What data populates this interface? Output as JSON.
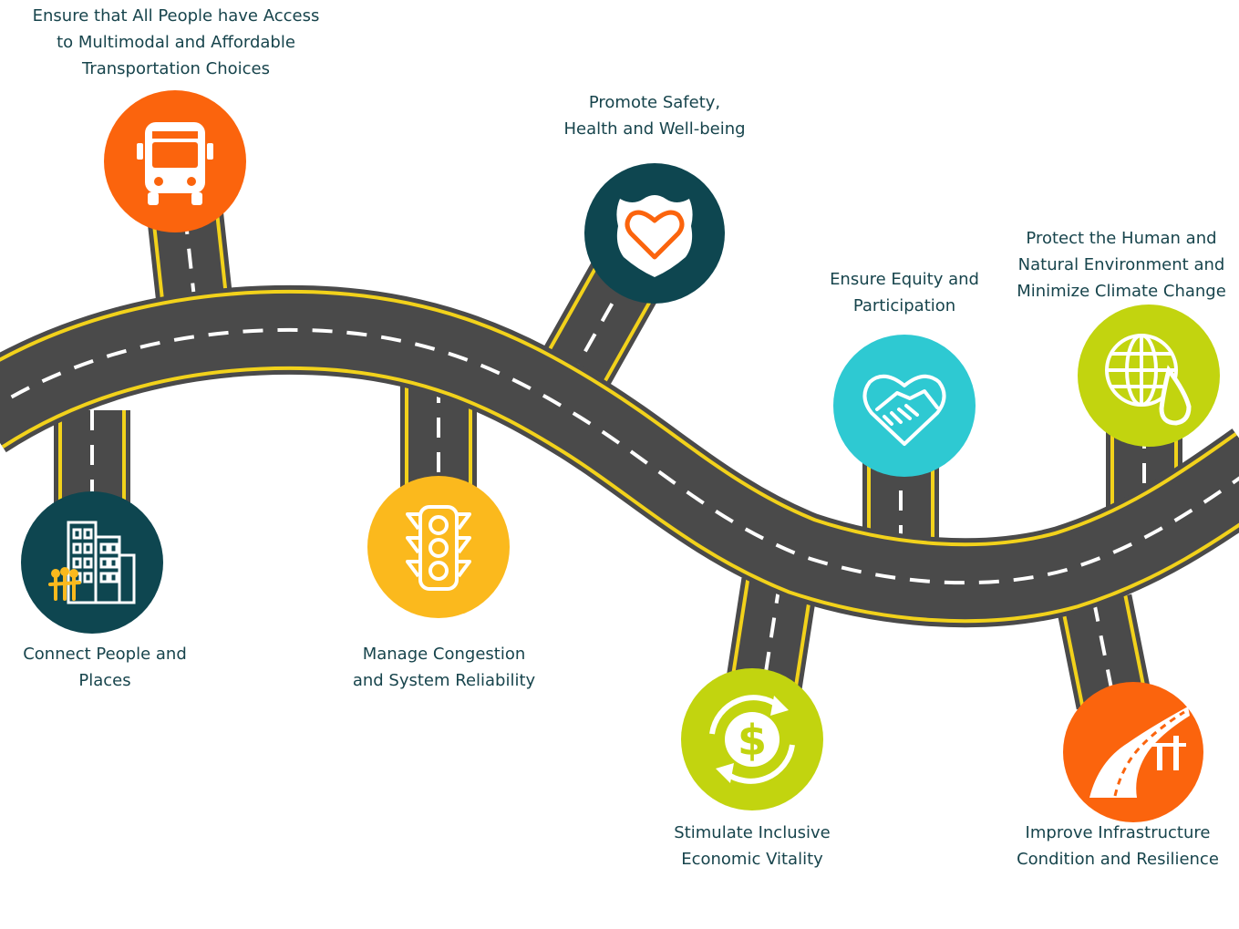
{
  "colors": {
    "road": "#4a4a4a",
    "edge_line": "#f2d21b",
    "center_line": "#ffffff",
    "label_text": "#17444c",
    "orange": "#fb640d",
    "dark_teal": "#0e4650",
    "yellow": "#fbb91d",
    "lime": "#c2d40f",
    "cyan": "#2ec9d2",
    "icon_white": "#ffffff"
  },
  "goals": [
    {
      "id": "access",
      "icon": "bus-icon",
      "color": "orange",
      "lines": [
        "Ensure that All People have Access",
        "to Multimodal and Affordable",
        "Transportation Choices"
      ]
    },
    {
      "id": "safety",
      "icon": "shield-heart-icon",
      "color": "dark_teal",
      "lines": [
        "Promote Safety,",
        "Health and Well-being"
      ]
    },
    {
      "id": "equity",
      "icon": "heart-handshake-icon",
      "color": "cyan",
      "lines": [
        "Ensure Equity and",
        "Participation"
      ]
    },
    {
      "id": "environment",
      "icon": "globe-leaf-icon",
      "color": "lime",
      "lines": [
        "Protect the Human and",
        "Natural Environment and",
        "Minimize Climate Change"
      ]
    },
    {
      "id": "connect",
      "icon": "buildings-people-icon",
      "color": "dark_teal",
      "lines": [
        "Connect People and",
        "Places"
      ]
    },
    {
      "id": "congestion",
      "icon": "traffic-light-icon",
      "color": "yellow",
      "lines": [
        "Manage Congestion",
        "and System Reliability"
      ]
    },
    {
      "id": "economy",
      "icon": "dollar-cycle-icon",
      "color": "lime",
      "lines": [
        "Stimulate Inclusive",
        "Economic Vitality"
      ]
    },
    {
      "id": "infrastructure",
      "icon": "road-bridge-icon",
      "color": "orange",
      "lines": [
        "Improve Infrastructure",
        "Condition and Resilience"
      ]
    }
  ]
}
